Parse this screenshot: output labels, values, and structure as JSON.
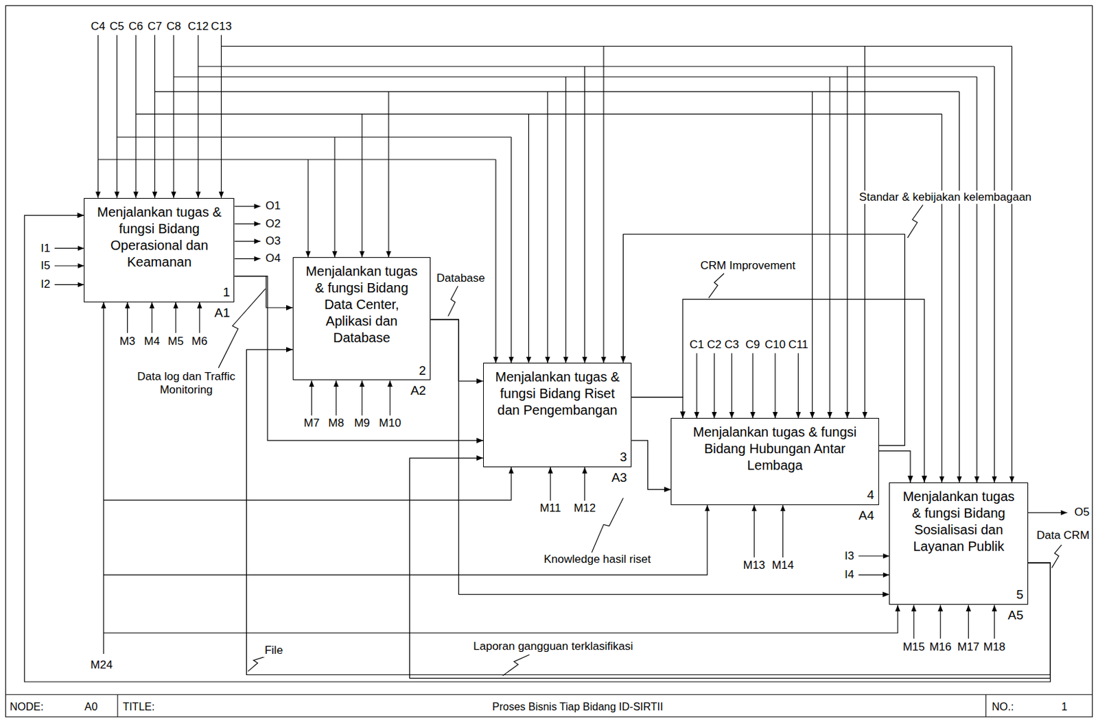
{
  "diagram": {
    "title": "Proses Bisnis Tiap Bidang ID-SIRTII",
    "nodes": [
      {
        "text": [
          "Menjalankan tugas & fungsi Bidang Operasional dan Keamanan",
          "1",
          "A1"
        ]
      },
      {
        "text": [
          "Menjalankan tugas & fungsi Bidang Data Center, Aplikasi dan Database",
          "2",
          "A2"
        ]
      },
      {
        "text": [
          "Menjalankan tugas & fungsi Bidang Riset dan Pengembangan",
          "3",
          "A3"
        ]
      },
      {
        "text": [
          "Menjalankan tugas & fungsi Bidang Hubungan Antar Lembaga",
          "4",
          "A4"
        ]
      },
      {
        "text": [
          "Menjalankan tugas & fungsi Bidang Sosialisasi dan Layanan Publik",
          "5",
          "A5"
        ]
      }
    ],
    "edges": [
      {
        "from": 0,
        "to": 1,
        "arrow": "to",
        "label": "Data log dan Traffic Monitoring"
      },
      {
        "from": 0,
        "to": 2,
        "arrow": "to"
      },
      {
        "from": 1,
        "to": 2,
        "arrow": "to",
        "label": "Database"
      },
      {
        "from": 1,
        "to": 4,
        "arrow": "to"
      },
      {
        "from": 2,
        "to": 3,
        "arrow": "to"
      },
      {
        "from": 2,
        "to": 3,
        "arrow": "to",
        "label": "Knowledge hasil riset"
      },
      {
        "from": 2,
        "to": 4,
        "arrow": "to",
        "label": "CRM Improvement"
      },
      {
        "from": 3,
        "to": 2,
        "arrow": "to",
        "label": "Standar & kebijakan kelembagaan"
      },
      {
        "from": 3,
        "to": 4,
        "arrow": "to"
      },
      {
        "from": 4,
        "to": 0,
        "arrow": "to",
        "label": "Data CRM"
      },
      {
        "from": 4,
        "to": 1,
        "arrow": "to",
        "label": "File"
      },
      {
        "from": 4,
        "to": 2,
        "arrow": "to",
        "label": "Laporan gangguan terklasifikasi"
      }
    ],
    "labels": [
      "C4",
      "C5",
      "C6",
      "C7",
      "C8",
      "C12",
      "C13",
      "O1",
      "O2",
      "O3",
      "O4",
      "I1",
      "I5",
      "I2",
      "M3",
      "M4",
      "M5",
      "M6",
      "M7",
      "M8",
      "M9",
      "M10",
      "C1",
      "C2",
      "C3",
      "C9",
      "C10",
      "C11",
      "M11",
      "M12",
      "M13",
      "M14",
      "O5",
      "I3",
      "I4",
      "M15",
      "M16",
      "M17",
      "M18",
      "M24",
      "NODE:",
      "A0",
      "TITLE:",
      "NO.:",
      "1"
    ]
  }
}
